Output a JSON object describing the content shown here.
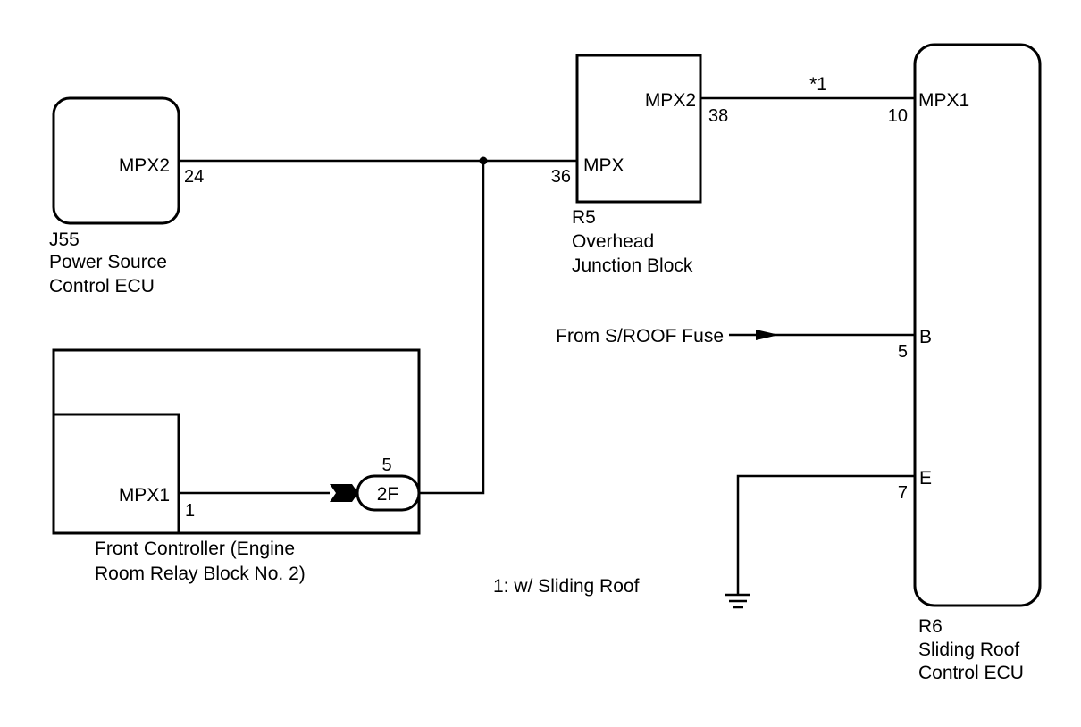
{
  "components": {
    "power_source_ecu": {
      "code": "J55",
      "name_line1": "Power Source",
      "name_line2": "Control ECU",
      "terminal": "MPX2",
      "pin": "24"
    },
    "junction_block": {
      "code": "R5",
      "name_line1": "Overhead",
      "name_line2": "Junction Block",
      "terminal_left": "MPX",
      "pin_left": "36",
      "terminal_right": "MPX2",
      "pin_right": "38"
    },
    "sliding_roof_ecu": {
      "code": "R6",
      "name_line1": "Sliding Roof",
      "name_line2": "Control ECU",
      "terminal_mpx": "MPX1",
      "pin_mpx": "10",
      "terminal_b": "B",
      "pin_b": "5",
      "terminal_e": "E",
      "pin_e": "7"
    },
    "front_controller": {
      "name_line1": "Front Controller (Engine",
      "name_line2": "Room Relay Block No. 2)",
      "terminal": "MPX1",
      "pin": "1",
      "connector": "2F",
      "connector_pin": "5"
    }
  },
  "wires": {
    "mark": "*1",
    "fuse_source": "From S/ROOF Fuse"
  },
  "notes": {
    "footnote": "1: w/ Sliding Roof"
  }
}
